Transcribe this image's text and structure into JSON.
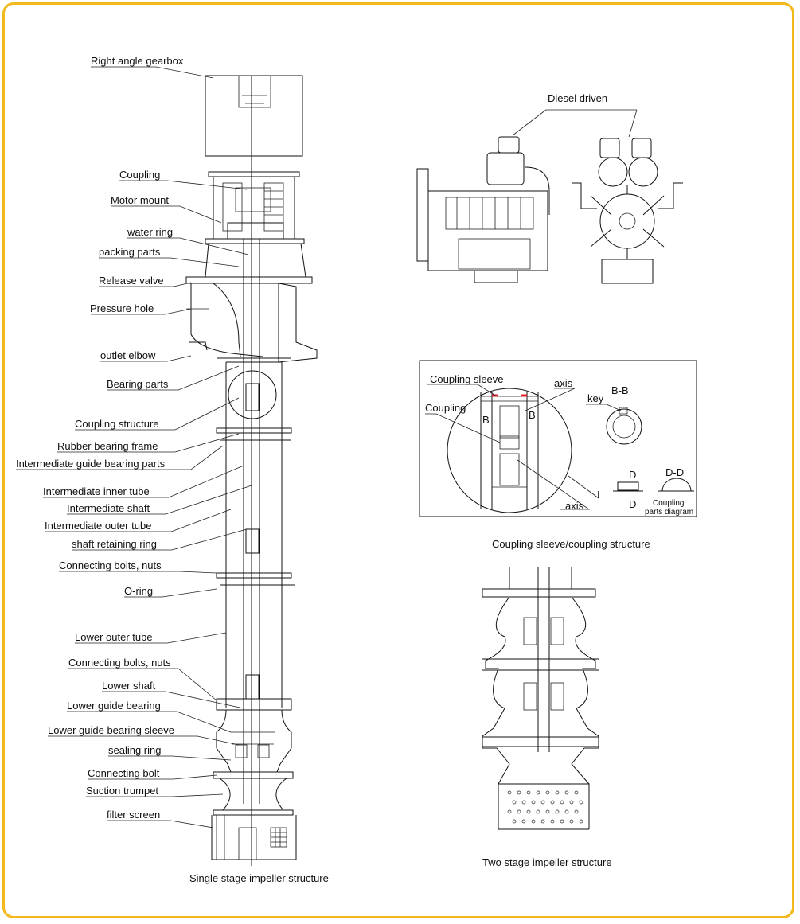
{
  "frame": {
    "border_color": "#f2b81c"
  },
  "single_stage": {
    "caption": "Single stage impeller structure",
    "labels": [
      "Right angle gearbox",
      "Coupling",
      "Motor mount",
      "water ring",
      "packing parts",
      "Release valve",
      "Pressure hole",
      "outlet elbow",
      "Bearing parts",
      "Coupling structure",
      "Rubber bearing frame",
      "Intermediate guide bearing parts",
      "Intermediate inner tube",
      "Intermediate shaft",
      "Intermediate outer tube",
      "shaft retaining ring",
      "Connecting bolts, nuts",
      "O-ring",
      "Lower outer tube",
      "Connecting bolts, nuts",
      "Lower shaft",
      "Lower guide bearing",
      "Lower guide bearing sleeve",
      "sealing ring",
      "Connecting bolt",
      "Suction trumpet",
      "filter screen"
    ]
  },
  "diesel": {
    "label": "Diesel driven"
  },
  "coupling_detail": {
    "caption": "Coupling sleeve/coupling structure",
    "coupling_sleeve": "Coupling sleeve",
    "axis_top": "axis",
    "coupling": "Coupling",
    "axis_bottom": "axis",
    "section_b_left": "B",
    "section_b_right": "B",
    "key": "key",
    "bb": "B-B",
    "roman": "I",
    "d_top": "D",
    "d_bottom": "D",
    "dd": "D-D",
    "parts_line1": "Coupling",
    "parts_line2": "parts diagram"
  },
  "two_stage": {
    "caption": "Two stage impeller structure"
  }
}
